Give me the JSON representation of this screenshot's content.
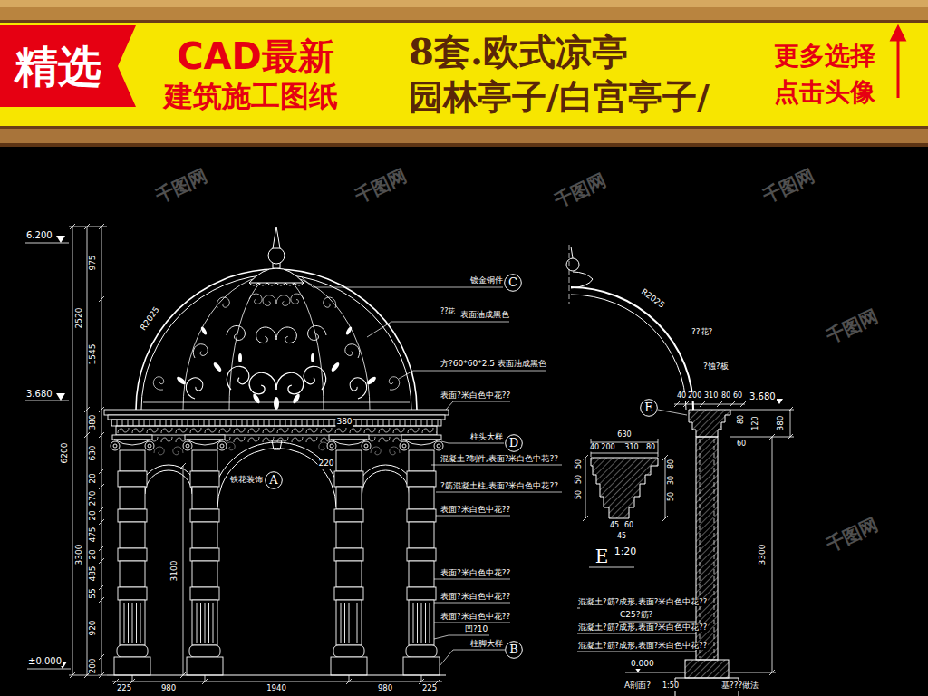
{
  "diagram": {
    "nodes": [
      {
        "text": [
          "精选"
        ]
      },
      {
        "text": [
          "C"
        ]
      },
      {
        "text": [
          "D"
        ]
      },
      {
        "text": [
          "A"
        ]
      },
      {
        "text": [
          "B"
        ]
      },
      {
        "text": [
          "E"
        ]
      }
    ],
    "labels": [
      "CAD最新",
      "建筑施工图纸",
      "8套.欧式凉亭",
      "园林亭子/白宫亭子/",
      "更多选择",
      "点击头像",
      "6.200",
      "3.680",
      "±0.000",
      "975",
      "2520",
      "1545",
      "380",
      "6200",
      "630",
      "20",
      "270",
      "20",
      "475",
      "20",
      "3300",
      "485",
      "55",
      "920",
      "200",
      "3100",
      "380",
      "220",
      "R2025",
      "225",
      "980",
      "1940",
      "980",
      "225",
      "铁花装饰",
      "镀金铜件",
      "??花",
      "表面油成黑色",
      "方?60*60*2.5",
      "表面油成黑色",
      "表面?米白色中花??",
      "柱头大样",
      "混凝土?制件,表面?米白色中花??",
      "?筋混凝土柱,表面?米白色中花??",
      "表面?米白色中花??",
      "表面?米白色中花??",
      "表面?米白色中花??",
      "表面?米白色中花??",
      "凹?10",
      "柱脚大样",
      "R2025",
      "??花?",
      "?蚀?板",
      "40",
      "200",
      "310",
      "80",
      "60",
      "3.680",
      "380",
      "80",
      "120",
      "60",
      "3300",
      "630",
      "40",
      "200",
      "310",
      "80",
      "50",
      "50",
      "50",
      "80",
      "30",
      "50",
      "45",
      "60",
      "45",
      "E",
      "1:20",
      "混凝土?筋?成形,表面?米白色中花??",
      "C25?筋?",
      "混凝土?筋?成形,表面?米白色中花??",
      "混凝土?筋?成形,表面?米白色中花??",
      "0.000",
      "A剖面?",
      "1:50",
      "基???做法",
      "千图网",
      "千图网",
      "千图网",
      "千图网",
      "千图网",
      "千图网"
    ]
  }
}
